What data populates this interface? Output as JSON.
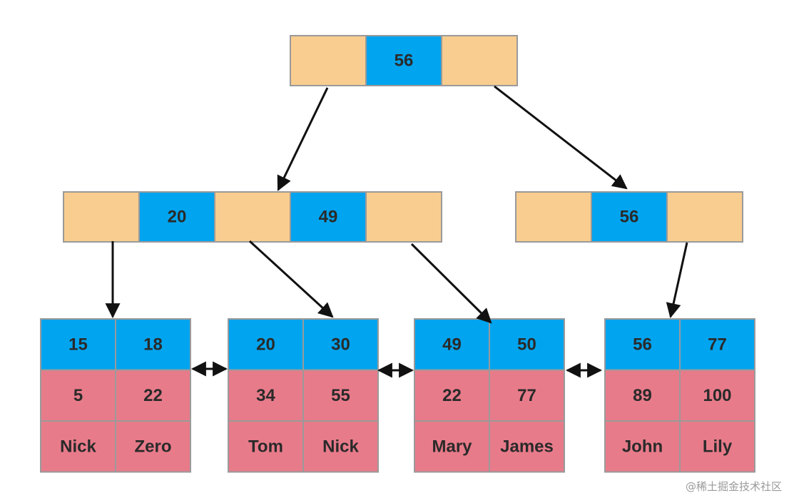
{
  "colors": {
    "pointer_cell": "#f8cd8f",
    "key_cell": "#00a4ef",
    "row_cell": "#e87b8a",
    "border": "#9a9a9a",
    "arrow": "#111111"
  },
  "root": {
    "keys": [
      "56"
    ]
  },
  "internal_nodes": [
    {
      "keys": [
        "20",
        "49"
      ]
    },
    {
      "keys": [
        "56"
      ]
    }
  ],
  "leaves": [
    {
      "keys": [
        "15",
        "18"
      ],
      "ids": [
        "5",
        "22"
      ],
      "names": [
        "Nick",
        "Zero"
      ]
    },
    {
      "keys": [
        "20",
        "30"
      ],
      "ids": [
        "34",
        "55"
      ],
      "names": [
        "Tom",
        "Nick"
      ]
    },
    {
      "keys": [
        "49",
        "50"
      ],
      "ids": [
        "22",
        "77"
      ],
      "names": [
        "Mary",
        "James"
      ]
    },
    {
      "keys": [
        "56",
        "77"
      ],
      "ids": [
        "89",
        "100"
      ],
      "names": [
        "John",
        "Lily"
      ]
    }
  ],
  "watermark": "@稀土掘金技术社区"
}
